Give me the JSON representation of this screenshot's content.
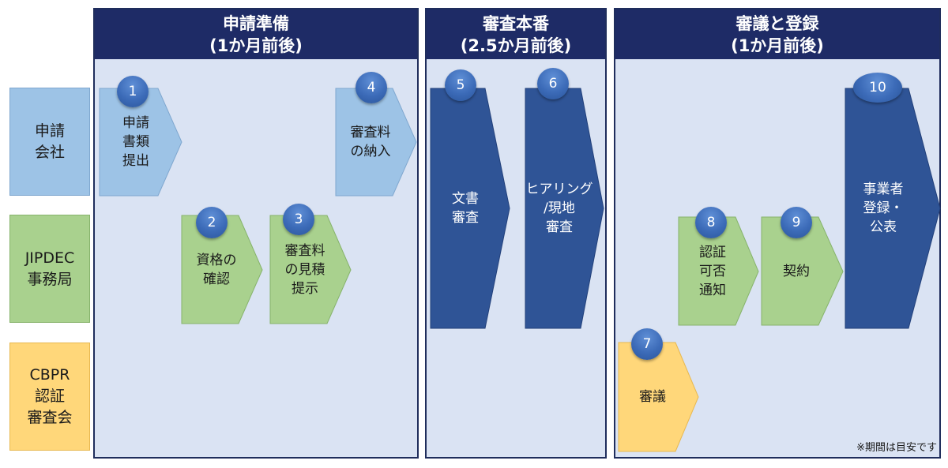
{
  "roles": [
    {
      "label": "申請\n会社"
    },
    {
      "label": "JIPDEC\n事務局"
    },
    {
      "label": "CBPR\n認証\n審査会"
    }
  ],
  "phases": [
    {
      "title": "申請準備",
      "period": "(1か月前後)"
    },
    {
      "title": "審査本番",
      "period": "(2.5か月前後)"
    },
    {
      "title": "審議と登録",
      "period": "(1か月前後)"
    }
  ],
  "steps": [
    {
      "number": "1",
      "label": "申請\n書類\n提出"
    },
    {
      "number": "2",
      "label": "資格の\n確認"
    },
    {
      "number": "3",
      "label": "審査料\nの見積\n提示"
    },
    {
      "number": "4",
      "label": "審査料\nの納入"
    },
    {
      "number": "5",
      "label": "文書\n審査"
    },
    {
      "number": "6",
      "label": "ヒアリング\n/現地\n審査"
    },
    {
      "number": "7",
      "label": "審議"
    },
    {
      "number": "8",
      "label": "認証\n可否\n通知"
    },
    {
      "number": "9",
      "label": "契約"
    },
    {
      "number": "10",
      "label": "事業者\n登録・\n公表"
    }
  ],
  "note": "※期間は目安です",
  "colors": {
    "company": "#9dc3e6",
    "office": "#a9d18e",
    "council": "#ffd77a",
    "dark": "#2f5496",
    "header": "#1e2b66",
    "panel": "#dae3f3"
  }
}
